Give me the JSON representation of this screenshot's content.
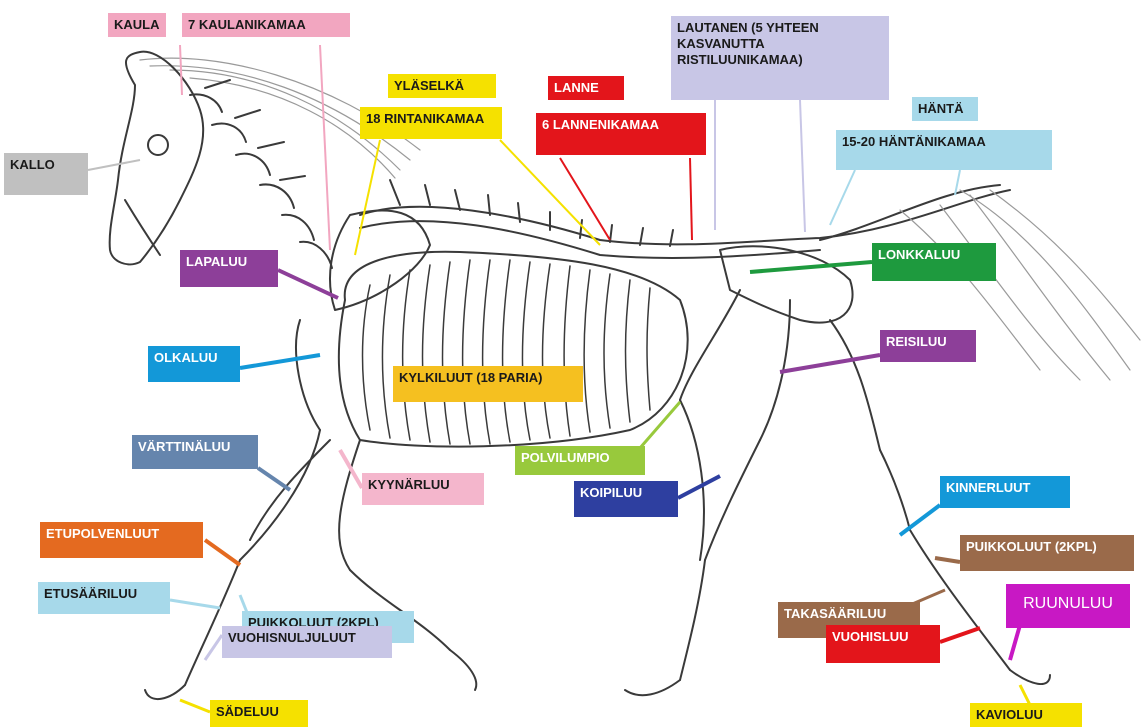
{
  "labels": {
    "kaula": "KAULA",
    "kaulanikamaa": "7 KAULANIKAMAA",
    "kallo": "KALLO",
    "ylaselka": "YLÄSELKÄ",
    "rintanikamaa": "18 RINTANIKAMAA",
    "lanne": "LANNE",
    "lannenikamaa": "6 LANNENIKAMAA",
    "lautanen": "LAUTANEN (5 YHTEEN KASVANUTTA RISTILUUNIKAMAA)",
    "hanta": "HÄNTÄ",
    "hantanikamaa": "15-20 HÄNTÄNIKAMAA",
    "lapaluu": "LAPALUU",
    "lonkkaluu": "LONKKALUU",
    "olkaluu": "OLKALUU",
    "reisiluu": "REISILUU",
    "kylkiluut": "KYLKILUUT (18 PARIA)",
    "varttinaluu": "VÄRTTINÄLUU",
    "polvilumpio": "POLVILUMPIO",
    "kyynarluu": "KYYNÄRLUU",
    "koipiluu": "KOIPILUU",
    "kinnerluut": "KINNERLUUT",
    "etupolvenluut": "ETUPOLVENLUUT",
    "puikkoluut_back": "PUIKKOLUUT (2KPL)",
    "etusaariluu": "ETUSÄÄRILUU",
    "puikkoluut_front": "PUIKKOLUUT (2KPL)",
    "takasaariluu": "TAKASÄÄRILUU",
    "ruunuluu": "RUUNULUU",
    "vuohisnuljuluut": "VUOHISNULJULUUT",
    "vuohisluu": "VUOHISLUU",
    "sadeluu": "SÄDELUU",
    "kavioluu": "KAVIOLUU"
  },
  "colors": {
    "kaula": "#f2a6c0",
    "kaulanikamaa": "#f2a6c0",
    "kallo": "#c0c0c0",
    "ylaselka": "#f5e100",
    "rintanikamaa": "#f5e100",
    "lanne": "#e3151b",
    "lannenikamaa": "#e3151b",
    "lautanen": "#c8c6e6",
    "hanta": "#a7d9ea",
    "hantanikamaa": "#a7d9ea",
    "lapaluu": "#8d3f99",
    "lonkkaluu": "#1e9a3e",
    "olkaluu": "#1398d8",
    "reisiluu": "#8d3f99",
    "kylkiluut": "#f5c020",
    "varttinaluu": "#6585ad",
    "polvilumpio": "#98c93c",
    "kyynarluu": "#f4b6cc",
    "koipiluu": "#2e3fa0",
    "kinnerluut": "#1398d8",
    "etupolvenluut": "#e46a20",
    "puikkoluut_back": "#9a6a4a",
    "etusaariluu": "#a7d9ea",
    "puikkoluut_front": "#a7d9ea",
    "takasaariluu": "#9a6a4a",
    "ruunuluu": "#c818c4",
    "vuohisnuljuluut": "#c8c6e6",
    "vuohisluu": "#e3151b",
    "sadeluu": "#f5e100",
    "kavioluu": "#f5e100"
  }
}
